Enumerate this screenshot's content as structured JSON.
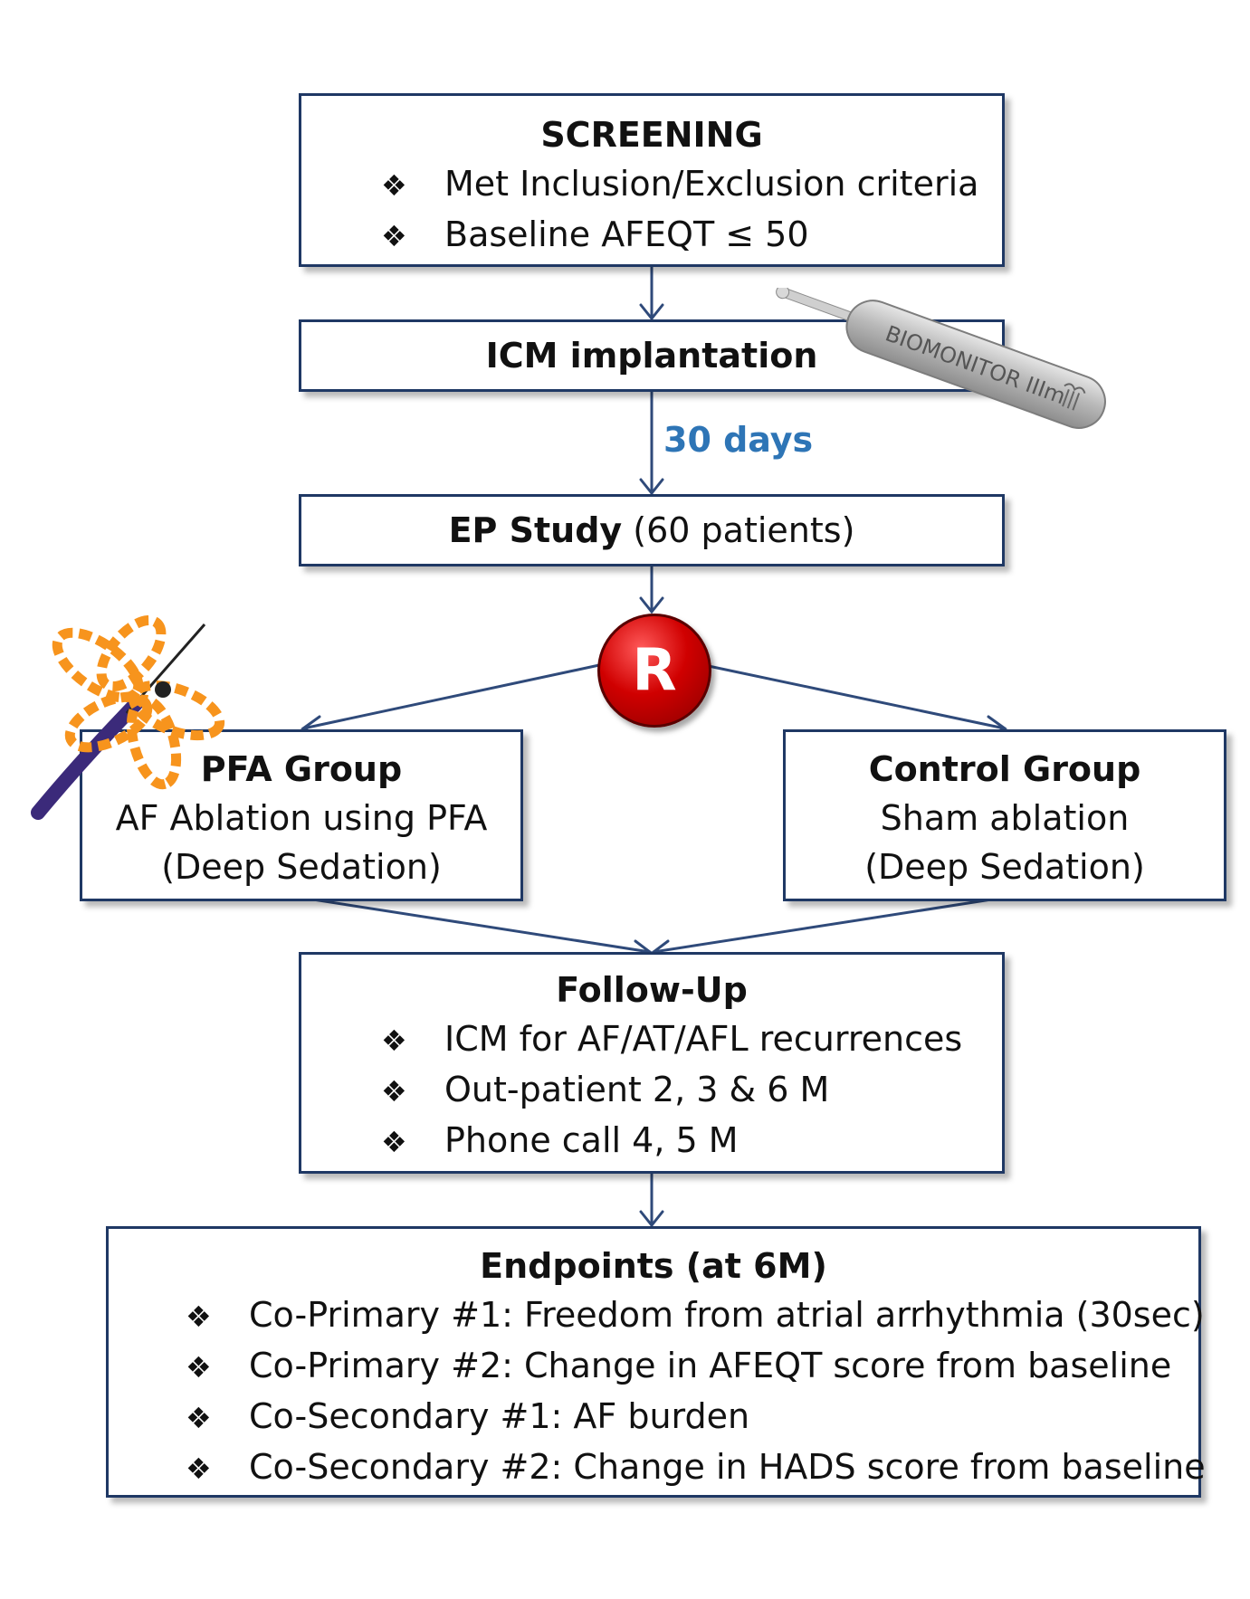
{
  "screening": {
    "title": "SCREENING",
    "bullet": "❖",
    "items": [
      "Met Inclusion/Exclusion criteria",
      "Baseline AFEQT ≤ 50"
    ]
  },
  "icm": {
    "title": "ICM implantation"
  },
  "device": {
    "label": "BIOMONITOR IIIm"
  },
  "interval": {
    "label": "30 days"
  },
  "ep_study": {
    "title_bold": "EP Study",
    "title_rest": "(60 patients)"
  },
  "randomization": {
    "label": "R"
  },
  "pfa_group": {
    "title": "PFA Group",
    "lines": [
      "AF Ablation using PFA",
      "(Deep Sedation)"
    ]
  },
  "control_group": {
    "title": "Control Group",
    "lines": [
      "Sham ablation",
      "(Deep Sedation)"
    ]
  },
  "follow_up": {
    "title": "Follow-Up",
    "items": [
      "ICM for AF/AT/AFL recurrences",
      "Out-patient 2, 3 & 6 M",
      "Phone call 4, 5 M"
    ]
  },
  "endpoints": {
    "title": "Endpoints (at 6M)",
    "items": [
      "Co-Primary #1: Freedom from atrial arrhythmia (30sec)",
      "Co-Primary #2: Change in AFEQT score from baseline",
      "Co-Secondary #1: AF burden",
      "Co-Secondary #2: Change in HADS score from baseline"
    ]
  },
  "colors": {
    "border": "#1f3864",
    "arrow": "#2f4a7a",
    "interval_text": "#2e75b6",
    "randomization": "#d00000"
  }
}
